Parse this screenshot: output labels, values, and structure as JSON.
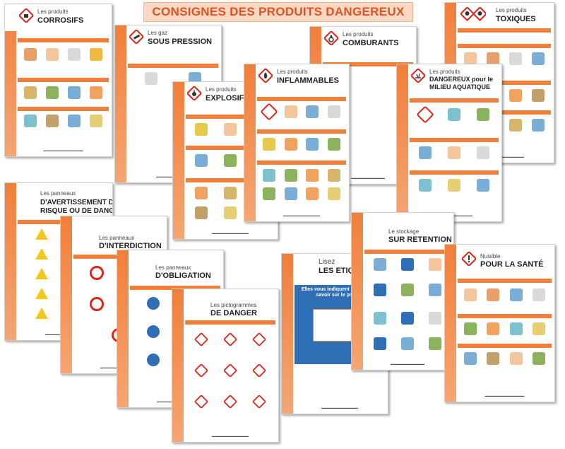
{
  "title": "CONSIGNES DES PRODUITS DANGEREUX",
  "posters": {
    "corrosifs": {
      "line1": "Les produits",
      "line2": "CORROSIFS"
    },
    "sous_pression": {
      "line1": "Les gaz",
      "line2": "SOUS PRESSION"
    },
    "comburants": {
      "line1": "Les produits",
      "line2": "COMBURANTS"
    },
    "toxiques": {
      "line1": "Les produits",
      "line2": "TOXIQUES"
    },
    "explosifs": {
      "line1": "Les produits",
      "line2": "EXPLOSIFS"
    },
    "inflammables": {
      "line1": "Les produits",
      "line2": "INFLAMMABLES"
    },
    "milieu_aquatique": {
      "line1": "Les produits",
      "line2a": "DANGEREUX pour le",
      "line2b": "MILIEU AQUATIQUE"
    },
    "avertissement": {
      "line1": "Les panneaux",
      "line2a": "D'AVERTISSEMENT DE",
      "line2b": "RISQUE OU DE DANGER"
    },
    "interdiction": {
      "line1": "Les panneaux",
      "line2": "D'INTERDICTION"
    },
    "obligation": {
      "line1": "Les panneaux",
      "line2": "D'OBLIGATION"
    },
    "pictogrammes": {
      "line1": "Les pictogrammes",
      "line2": "DE DANGER"
    },
    "etiquettes": {
      "line1": "Lisez",
      "line2": "LES ETIQUETTES !",
      "sub": "Elles vous indiquent ce qu'il faut savoir sur le produit"
    },
    "retention": {
      "line1": "Le stockage",
      "line2": "SUR RETENTION"
    },
    "sante": {
      "line1": "Nuisible",
      "line2": "POUR LA SANTÉ"
    }
  },
  "colors": {
    "accent": "#f07f3c",
    "banner_text": "#e0521f",
    "banner_bg": "#fbd9c4",
    "pictogram_red": "#e2231a",
    "obligation_blue": "#2e6fb6",
    "warning_yellow": "#f2c81c"
  },
  "icons": [
    "ghs-diamond-icon",
    "prohibition-sign-icon",
    "mandatory-sign-icon",
    "warning-triangle-icon"
  ]
}
